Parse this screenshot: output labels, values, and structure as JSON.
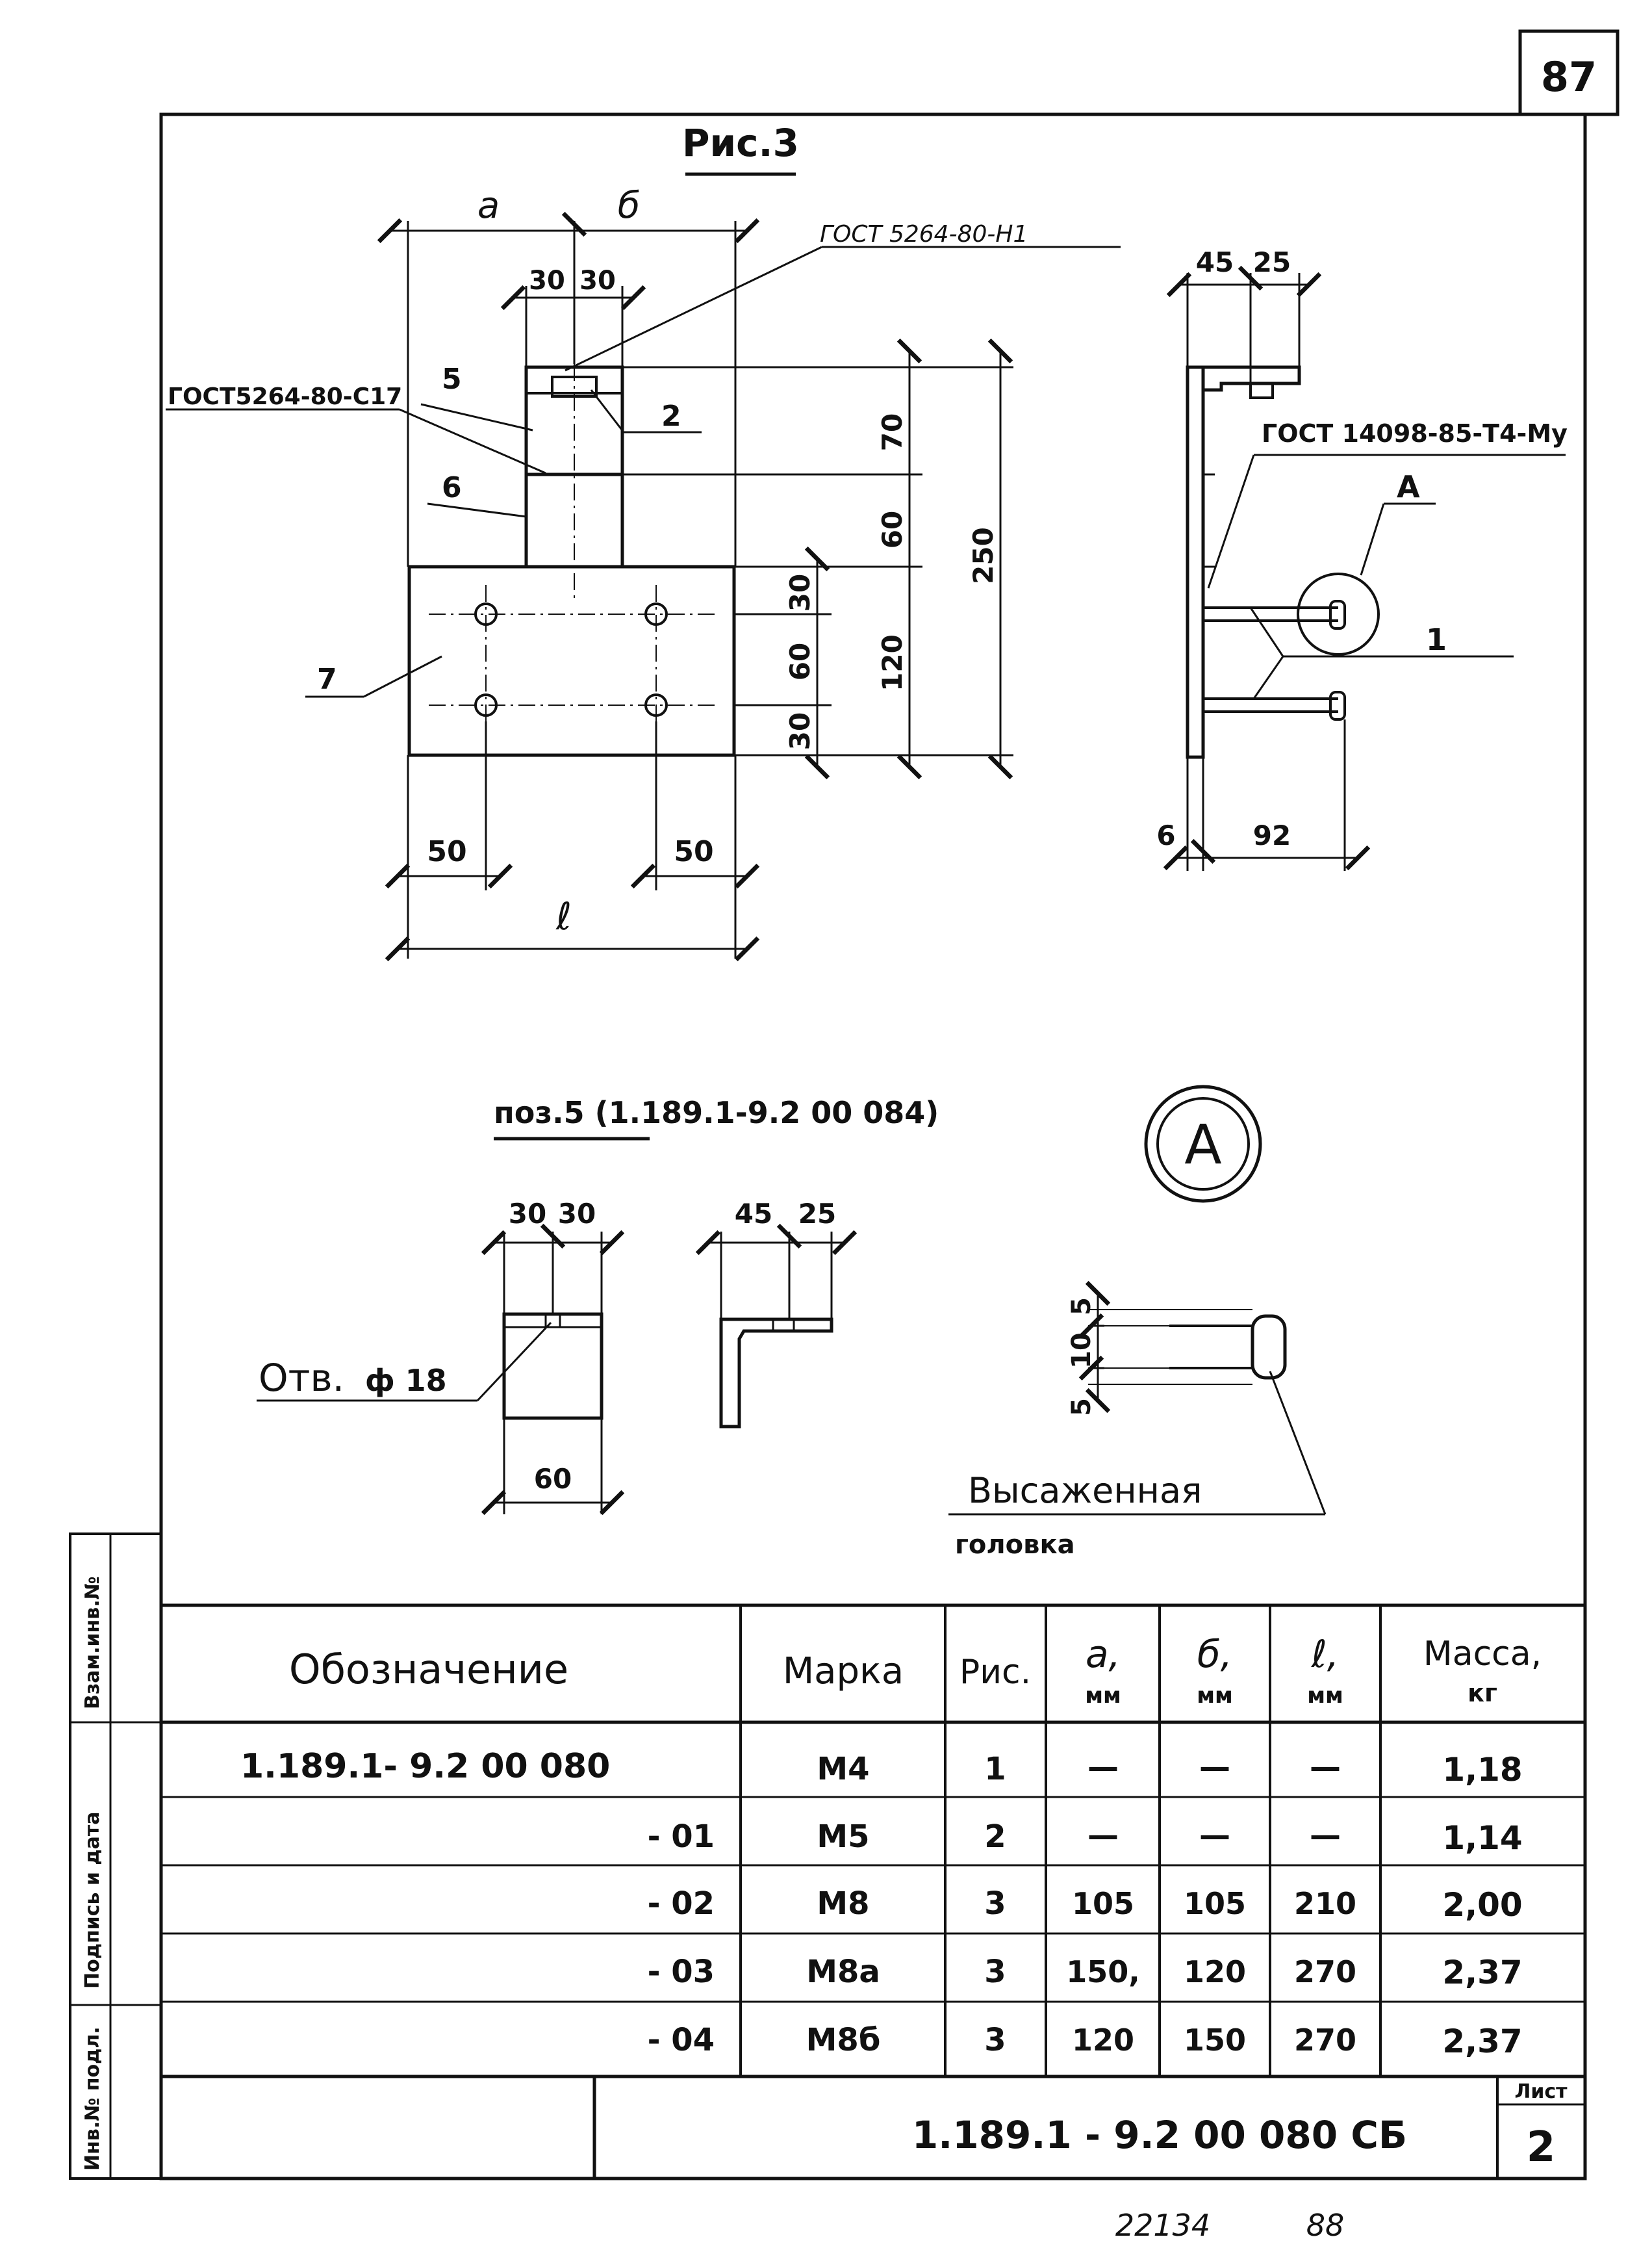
{
  "page_number": "87",
  "figure_title": "Рис.3",
  "front_view": {
    "dim_a": "a",
    "dim_b": "б",
    "dim_30_left": "30",
    "dim_30_right": "30",
    "weld_top": "ГОСТ 5264-80-Н1",
    "weld_left": "ГОСТ5264-80-С17",
    "pos_5": "5",
    "pos_2": "2",
    "pos_6": "6",
    "pos_7": "7",
    "dim_70": "70",
    "dim_60_v": "60",
    "dim_250": "250",
    "dim_30_a": "30",
    "dim_60_b": "60",
    "dim_30_c": "30",
    "dim_120": "120",
    "dim_50_left": "50",
    "dim_50_right": "50",
    "dim_l": "ℓ"
  },
  "side_view": {
    "dim_45": "45",
    "dim_25": "25",
    "weld": "ГОСТ 14098-85-Т4-Му",
    "callout_a": "А",
    "pos_1": "1",
    "dim_6": "6",
    "dim_92": "92"
  },
  "detail_pos5": {
    "title": "поз.5 (1.189.1-9.2 00 084)",
    "dim_30_left": "30",
    "dim_30_right": "30",
    "dim_45": "45",
    "dim_25": "25",
    "hole_label": "Отв.",
    "hole_dia": "ф 18",
    "dim_60": "60"
  },
  "detail_a": {
    "letter": "А",
    "dim_5_top": "5",
    "dim_10": "10",
    "dim_5_bottom": "5",
    "label_line1": "Высаженная",
    "label_line2": "головка"
  },
  "table": {
    "headers": {
      "designation": "Обозначение",
      "mark": "Марка",
      "fig": "Рис.",
      "a": "a,",
      "a_unit": "мм",
      "b": "б,",
      "b_unit": "мм",
      "l": "ℓ,",
      "l_unit": "мм",
      "mass": "Масса,",
      "mass_unit": "кг"
    },
    "rows": [
      {
        "designation": "1.189.1- 9.2 00 080",
        "mark": "М4",
        "fig": "1",
        "a": "—",
        "b": "—",
        "l": "—",
        "mass": "1,18"
      },
      {
        "designation": "- 01",
        "mark": "М5",
        "fig": "2",
        "a": "—",
        "b": "—",
        "l": "—",
        "mass": "1,14"
      },
      {
        "designation": "- 02",
        "mark": "М8",
        "fig": "3",
        "a": "105",
        "b": "105",
        "l": "210",
        "mass": "2,00"
      },
      {
        "designation": "- 03",
        "mark": "М8а",
        "fig": "3",
        "a": "150,",
        "b": "120",
        "l": "270",
        "mass": "2,37"
      },
      {
        "designation": "- 04",
        "mark": "М8б",
        "fig": "3",
        "a": "120",
        "b": "150",
        "l": "270",
        "mass": "2,37"
      }
    ]
  },
  "title_block": {
    "doc_code": "1.189.1 - 9.2 00 080 СБ",
    "sheet_label": "Лист",
    "sheet_number": "2"
  },
  "side_stamp": {
    "inv_sub": "Взам.инв.№",
    "sign_date": "Подпись и дата",
    "inv_orig": "Инв.№ подл."
  },
  "footer": {
    "number": "22134",
    "page": "88"
  }
}
